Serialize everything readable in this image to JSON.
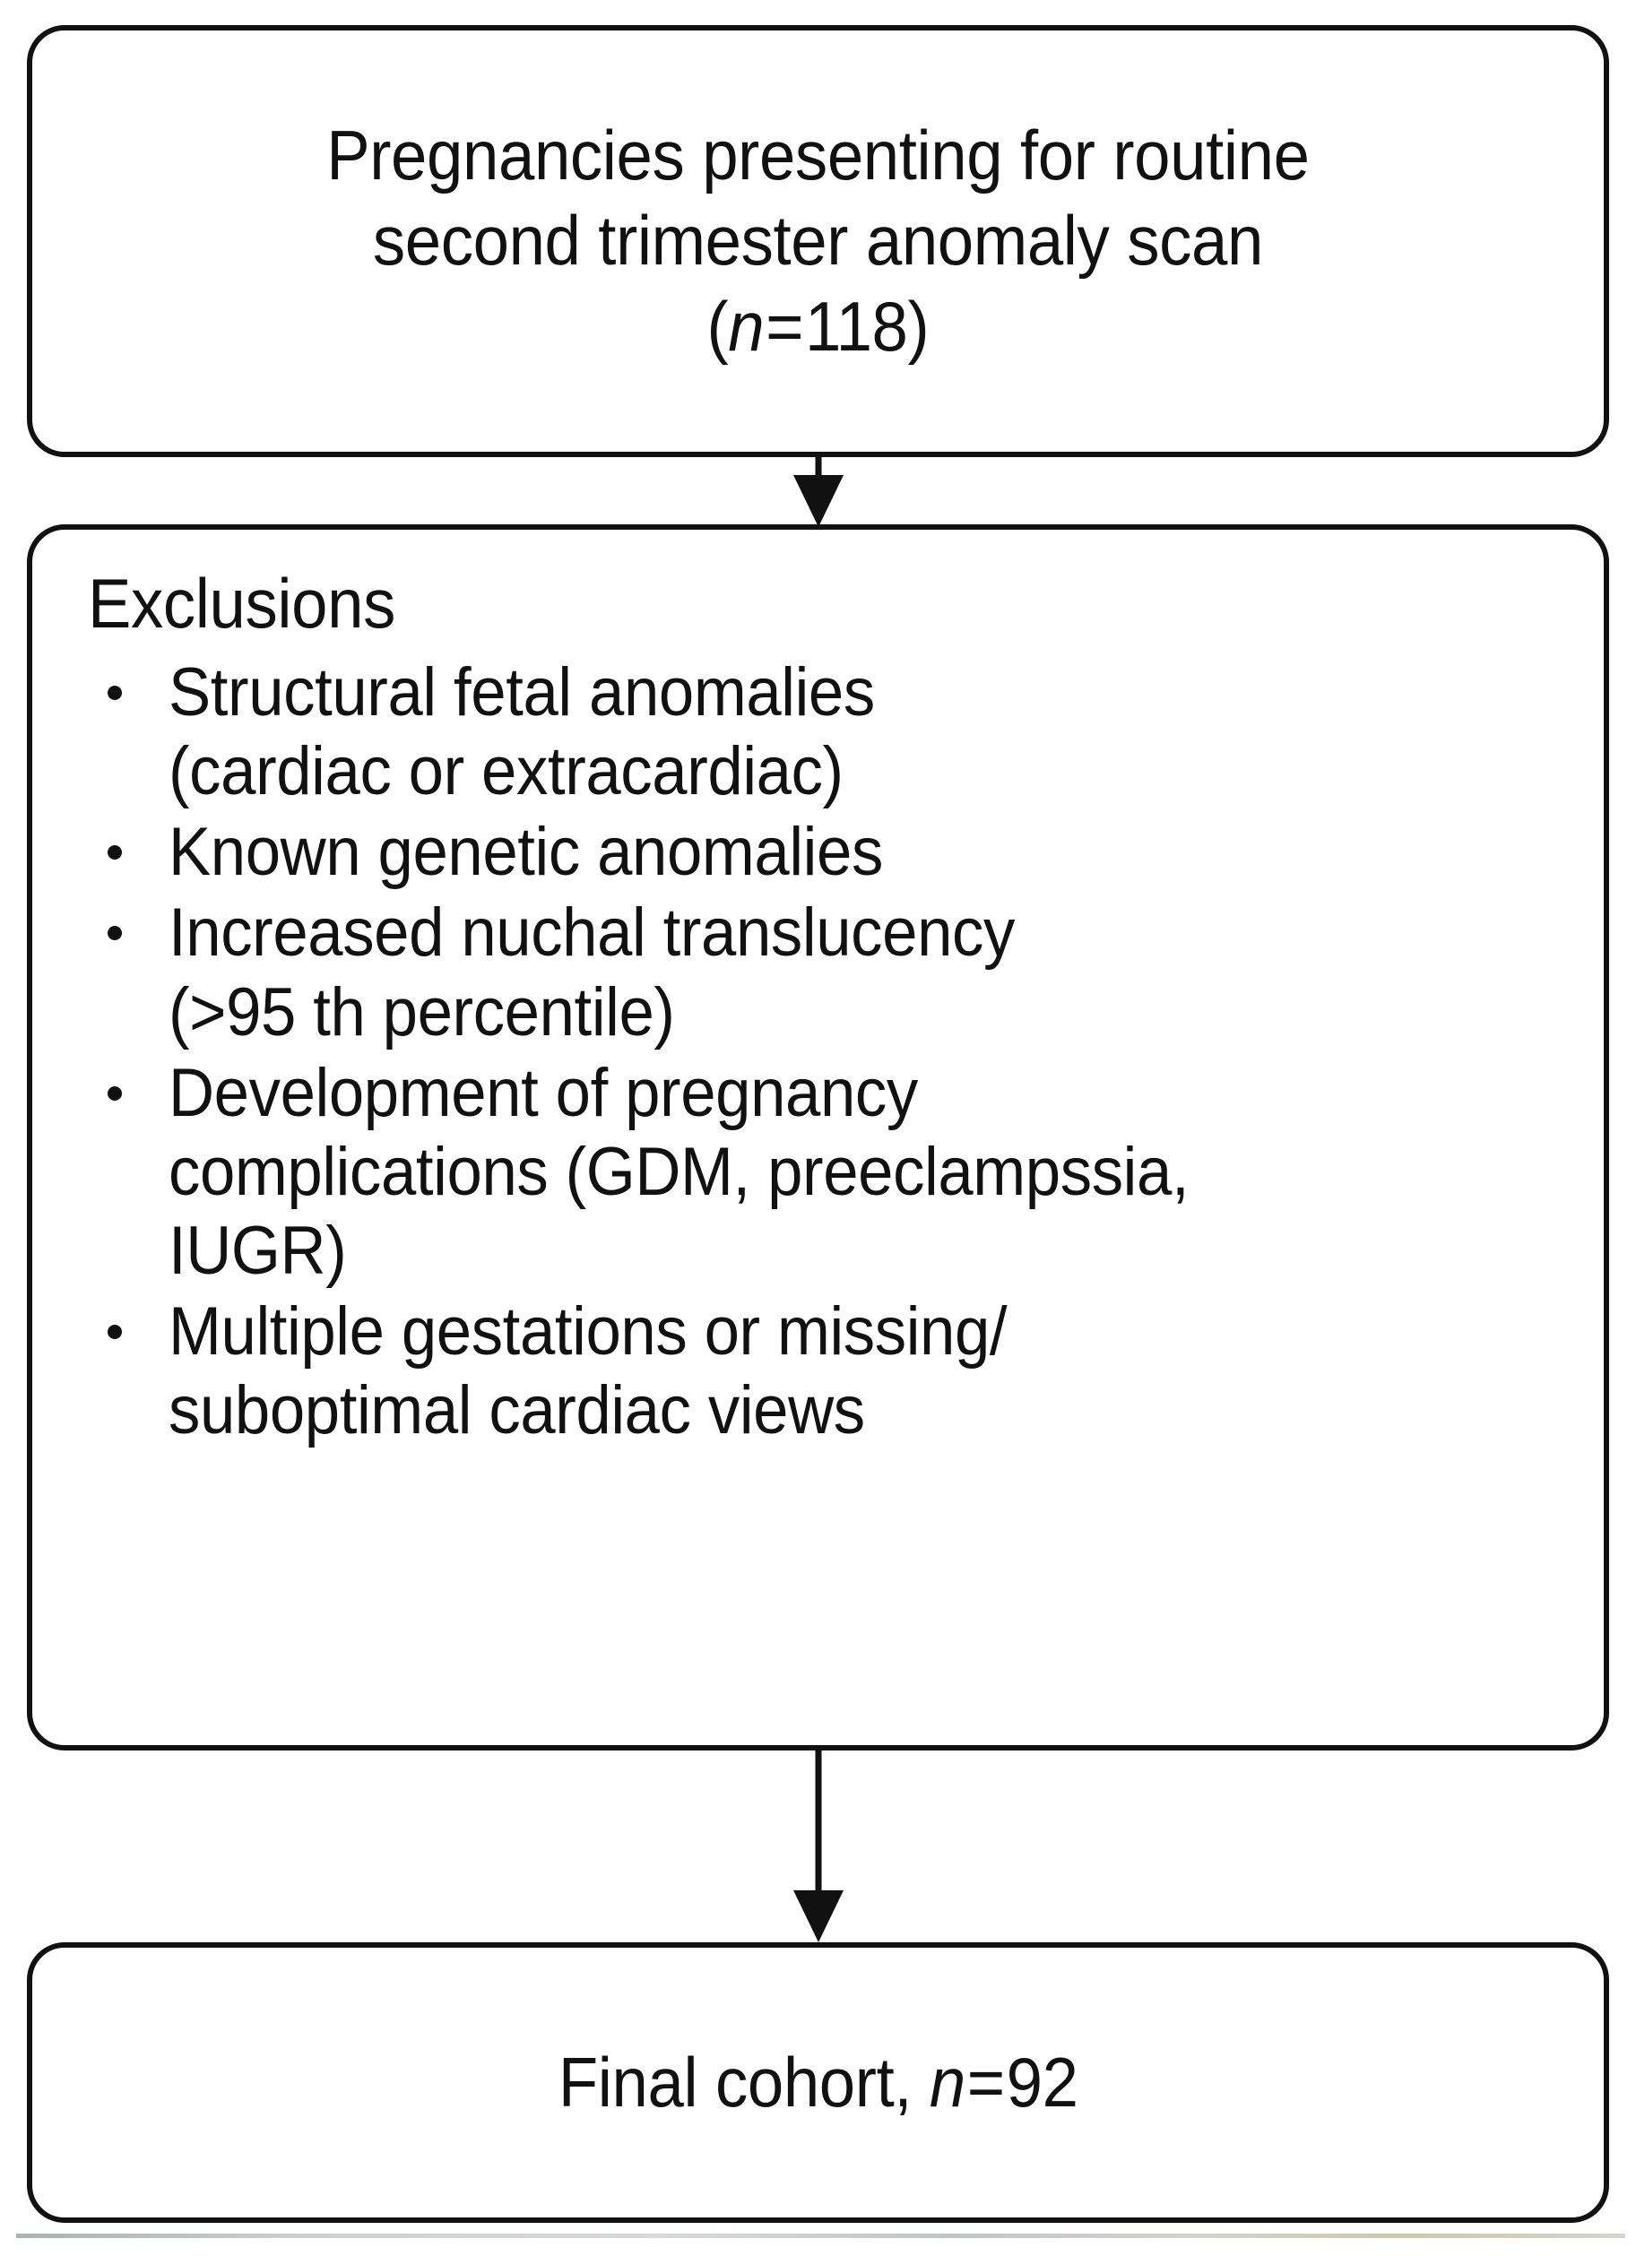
{
  "figure": {
    "type": "flowchart",
    "orientation": "vertical",
    "background_color": "#ffffff",
    "stroke_color": "#111111"
  },
  "source_box": {
    "line1": "Pregnancies presenting for routine",
    "line2": "second trimester anomaly scan",
    "count_open": "(",
    "count_var": "n",
    "count_eq": "=",
    "count_value": "118",
    "count_close": ")"
  },
  "arrow_top": {
    "label": "",
    "direction": "down"
  },
  "exclusions_box": {
    "title": "Exclusions",
    "items": [
      "Structural fetal anomalies (cardiac or extracardiac)",
      "Known genetic anomalies",
      "Increased nuchal translucency (>95 th percentile)",
      "Development of pregnancy complications (GDM, preeclampssia, IUGR)",
      "Multiple gestations or missing/ suboptimal cardiac views"
    ],
    "items_wrapped": [
      [
        "Structural fetal anomalies",
        "(cardiac or extracardiac)"
      ],
      [
        "Known genetic anomalies"
      ],
      [
        "Increased nuchal translucency",
        "(>95 th percentile)"
      ],
      [
        "Development of pregnancy",
        "complications (GDM, preeclampssia,",
        "IUGR)"
      ],
      [
        "Multiple gestations or missing/",
        "suboptimal cardiac views"
      ]
    ]
  },
  "arrow_bottom": {
    "label": "",
    "direction": "down"
  },
  "final_box": {
    "prefix": "Final cohort,",
    "count_var": "n",
    "count_eq": "=",
    "count_value": "92"
  }
}
